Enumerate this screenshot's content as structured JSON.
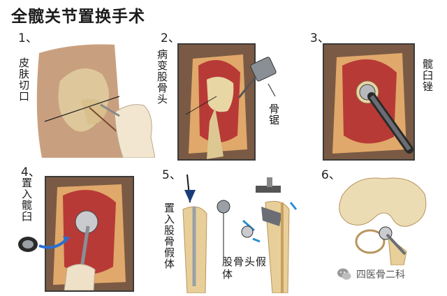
{
  "title": "全髋关节置换手术",
  "steps": [
    {
      "number": "1、",
      "label": "皮肤切口"
    },
    {
      "number": "2、",
      "label_left": "病变股骨头",
      "label_right": "骨锯"
    },
    {
      "number": "3、",
      "label": "髋臼锉"
    },
    {
      "number": "4、",
      "label": "置入髋臼"
    },
    {
      "number": "5、",
      "label_left": "置入股骨假体",
      "label_right": "股骨头假体"
    },
    {
      "number": "6、"
    }
  ],
  "watermark": {
    "text": "四医骨二科",
    "icon": "wechat-icon"
  },
  "colors": {
    "muscle": "#b83a36",
    "bone": "#e8d6a4",
    "skin": "#c99a7a",
    "panel_border": "#3a3a3a"
  }
}
